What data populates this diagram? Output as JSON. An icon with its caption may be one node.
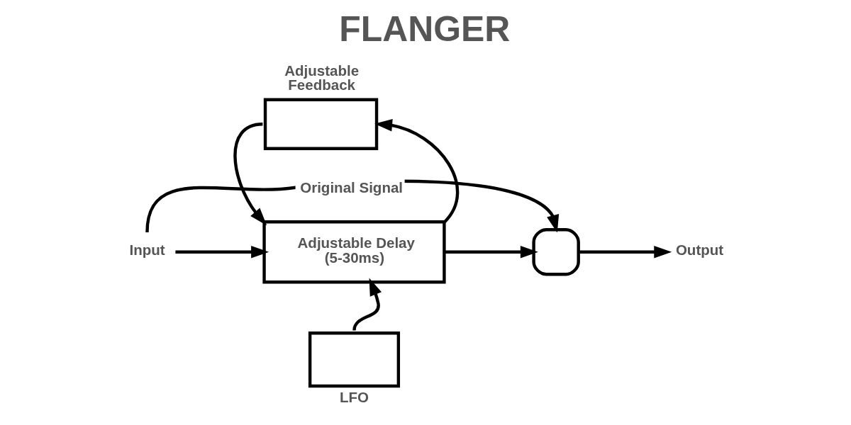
{
  "diagram": {
    "title": "FLANGER",
    "nodes": [
      {
        "text": [
          "Input"
        ]
      },
      {
        "text": [
          "Adjustable Feedback"
        ]
      },
      {
        "text": [
          "Adjustable Delay (5-30ms)"
        ]
      },
      {
        "text": [
          "LFO"
        ]
      },
      {
        "text": [],
        "shape": "box"
      },
      {
        "text": [
          "Output"
        ]
      }
    ],
    "edges": [
      {
        "from": 0,
        "to": 2,
        "arrow": "to"
      },
      {
        "from": 0,
        "to": 4,
        "arrow": "to",
        "label": "Original Signal"
      },
      {
        "from": 1,
        "to": 2,
        "arrow": "to"
      },
      {
        "from": 2,
        "to": 1,
        "arrow": "to"
      },
      {
        "from": 3,
        "to": 2,
        "arrow": "to"
      },
      {
        "from": 2,
        "to": 4,
        "arrow": "to"
      },
      {
        "from": 4,
        "to": 5,
        "arrow": "to"
      }
    ]
  }
}
